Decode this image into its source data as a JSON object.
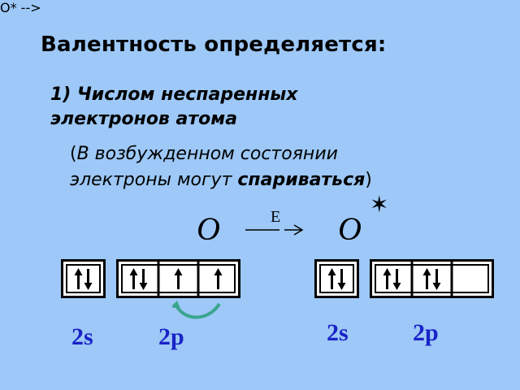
{
  "slide": {
    "title": "Валентность определяется:",
    "point1_line1": "1) Числом неспаренных",
    "point1_line2": "электронов атома",
    "note_open": "(",
    "note_line1_rest": "В возбужденном состоянии",
    "note_line2_start": "электроны могут ",
    "note_bold": "спариваться",
    "note_close": ")"
  },
  "reaction": {
    "left_atom": "O",
    "arrow_label": "E",
    "right_atom": "O",
    "excited_mark": "✶"
  },
  "ground_state": {
    "s_cell": "↑↓",
    "p_cells": [
      "↑↓",
      "↑",
      "↑"
    ],
    "label_s": "2s",
    "label_p": "2p"
  },
  "excited_state": {
    "s_cell": "↑↓",
    "p_cells": [
      "↑↓",
      "↑↓",
      ""
    ],
    "label_s": "2s",
    "label_p": "2p"
  },
  "colors": {
    "background": "#9dc8f7",
    "sublevel_label": "#1a23c8",
    "transition_arrow": "#3aa58f"
  }
}
